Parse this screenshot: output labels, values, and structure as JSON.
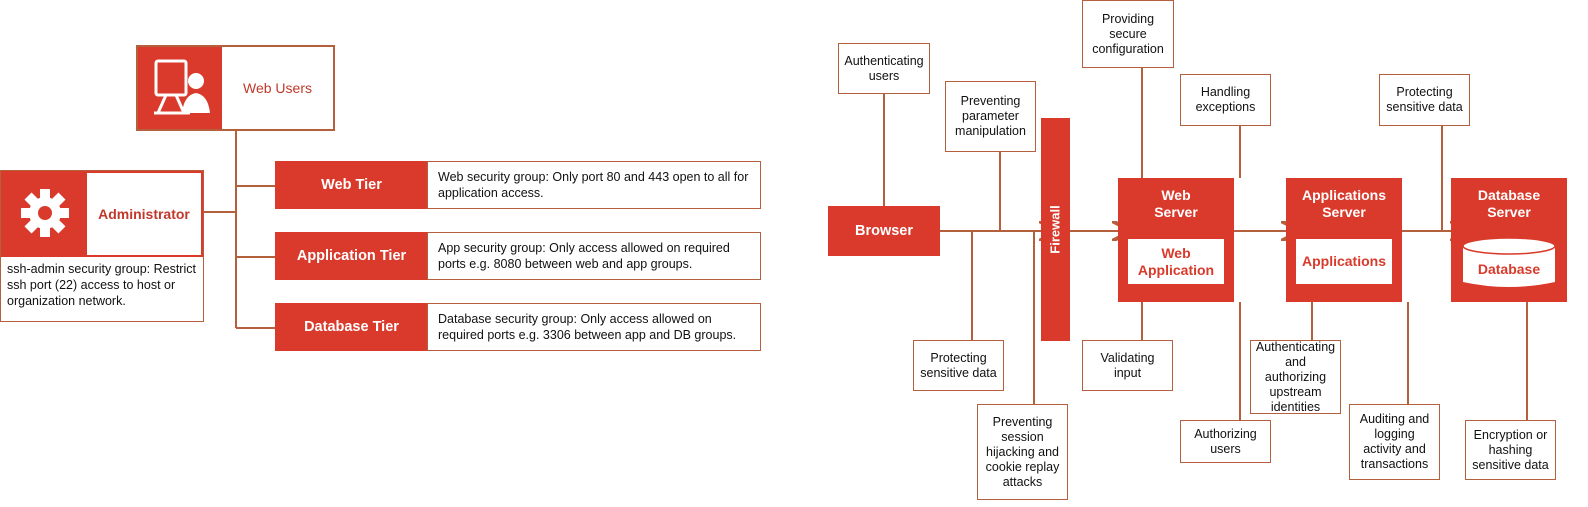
{
  "left": {
    "web_users": "Web Users",
    "administrator": "Administrator",
    "admin_desc": "ssh-admin security group: Restrict ssh port (22) access to host or organization network.",
    "tiers": [
      {
        "label": "Web Tier",
        "desc": "Web security group: Only port 80 and 443 open to all for application access."
      },
      {
        "label": "Application Tier",
        "desc": "App security group: Only access allowed on required ports e.g. 8080 between web and app groups."
      },
      {
        "label": "Database Tier",
        "desc": "Database security group: Only access allowed on required ports e.g. 3306 between app and DB groups."
      }
    ]
  },
  "right": {
    "browser": "Browser",
    "firewall": "Firewall",
    "web_server": "Web Server",
    "web_application": "Web Application",
    "applications_server": "Applications Server",
    "applications": "Applications",
    "database_server": "Database Server",
    "database": "Database",
    "notes": {
      "authenticating_users": "Authenticating users",
      "preventing_parameter": "Preventing parameter manipulation",
      "providing_secure": "Providing secure configuration",
      "handling_exceptions": "Handling exceptions",
      "protecting_sensitive_top": "Protecting sensitive data",
      "protecting_sensitive_bottom": "Protecting sensitive data",
      "preventing_session": "Preventing session hijacking and cookie replay attacks",
      "validating_input": "Validating input",
      "authorizing_users": "Authorizing users",
      "authenticating_authorizing": "Authenticating and authorizing upstream identities",
      "auditing_logging": "Auditing and logging activity and transactions",
      "encryption_hashing": "Encryption or hashing sensitive data"
    }
  },
  "colors": {
    "accent": "#d93a2b",
    "border": "#b5603c"
  }
}
